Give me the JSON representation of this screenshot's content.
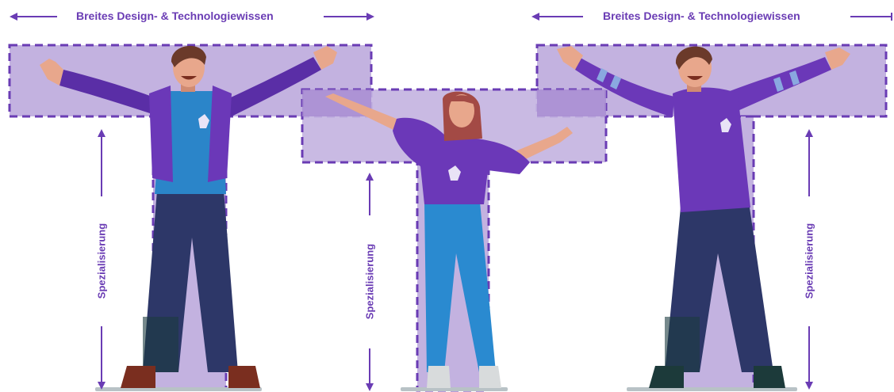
{
  "colors": {
    "accent": "#6a3cb4",
    "box_fill": "#c3b2e0",
    "box_overlap": "#a78bd2",
    "box_stroke": "#6a3cb4",
    "shirt_purple": "#6b38b8",
    "shirt_blue": "#2b85c9",
    "pants_navy": "#2d3768",
    "jeans_blue": "#2a8ad0",
    "skin": "#e8a78c",
    "hair_brown": "#6b3a2a",
    "shadow_gray": "#b8c2c6"
  },
  "labels": {
    "top_left": "Breites Design- & Technologiewissen",
    "top_right": "Breites Design- & Technologiewissen",
    "vertical_left": "Spezialisierung",
    "vertical_middle": "Spezialisierung",
    "vertical_right": "Spezialisierung"
  },
  "figures": [
    {
      "name": "man-left",
      "icon": "character-man-purple-vest"
    },
    {
      "name": "woman-middle",
      "icon": "character-woman-purple-shirt"
    },
    {
      "name": "man-right",
      "icon": "character-man-purple-sweater"
    }
  ]
}
